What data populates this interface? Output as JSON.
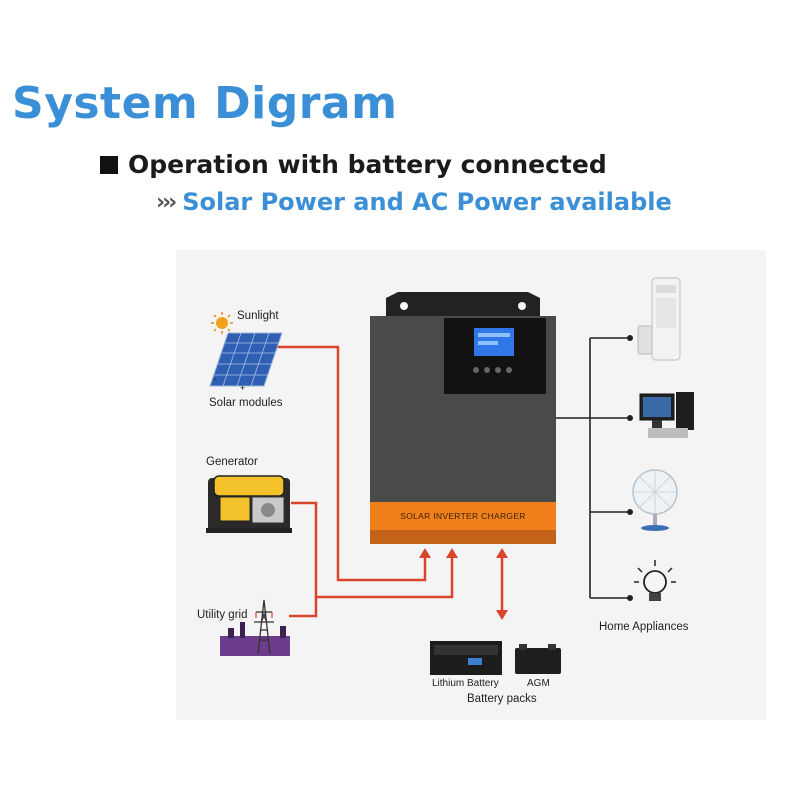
{
  "header": {
    "title": "System Digram",
    "subtitle": "Operation with battery connected",
    "mode": "Solar Power and AC Power available"
  },
  "sources": {
    "sunlight": "Sunlight",
    "solar_modules": "Solar modules",
    "generator": "Generator",
    "utility_grid": "Utility grid"
  },
  "inverter": {
    "label": "SOLAR INVERTER CHARGER"
  },
  "battery": {
    "lithium": "Lithium Battery",
    "agm": "AGM",
    "packs": "Battery packs"
  },
  "loads": {
    "label": "Home Appliances"
  },
  "colors": {
    "accent": "#3a8fd6",
    "wire_red": "#d9452b",
    "inverter_body": "#4a4a4a",
    "inverter_band": "#f07f1c"
  }
}
